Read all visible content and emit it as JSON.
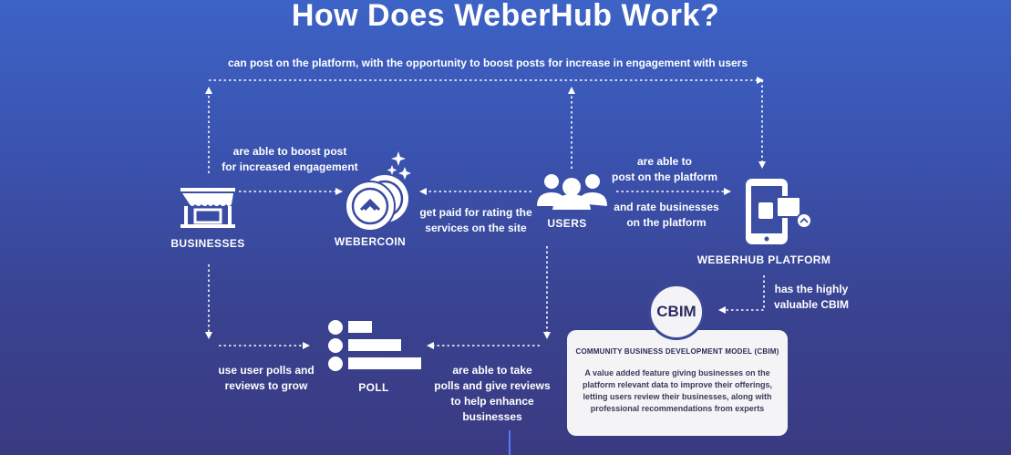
{
  "title": "How Does WeberHub Work?",
  "nodes": {
    "businesses": "BUSINESSES",
    "webercoin": "WEBERCOIN",
    "users": "USERS",
    "platform": "WEBERHUB PLATFORM",
    "poll": "POLL",
    "cbim": "CBIM"
  },
  "edges": {
    "top": "can post on the platform, with the opportunity to boost posts for increase in engagement with users",
    "boost_1": "are able to boost post",
    "boost_2": "for increased engagement",
    "paid_1": "get paid for rating the",
    "paid_2": "services on the site",
    "post_1": "are able to",
    "post_2": "post on the platform",
    "rate_1": "and rate businesses",
    "rate_2": "on the platform",
    "cbim_1": "has the highly",
    "cbim_2": "valuable CBIM",
    "polls_1": "use user polls and",
    "polls_2": "reviews to grow",
    "take_1": "are able to take",
    "take_2": "polls and give reviews",
    "take_3": "to help enhance",
    "take_4": "businesses"
  },
  "cbim_card": {
    "heading": "COMMUNITY BUSINESS DEVELOPMENT MODEL (CBIM)",
    "line_1": "A value added feature giving businesses on the",
    "line_2": "platform relevant data to improve their offerings,",
    "line_3": "letting users review their businesses, along with",
    "line_4": "professional recommendations from experts"
  },
  "colors": {
    "bg_top": "#3d63c6",
    "bg_bottom": "#3a3a82",
    "card": "#f4f4f7",
    "card_text": "#2a2a55"
  }
}
